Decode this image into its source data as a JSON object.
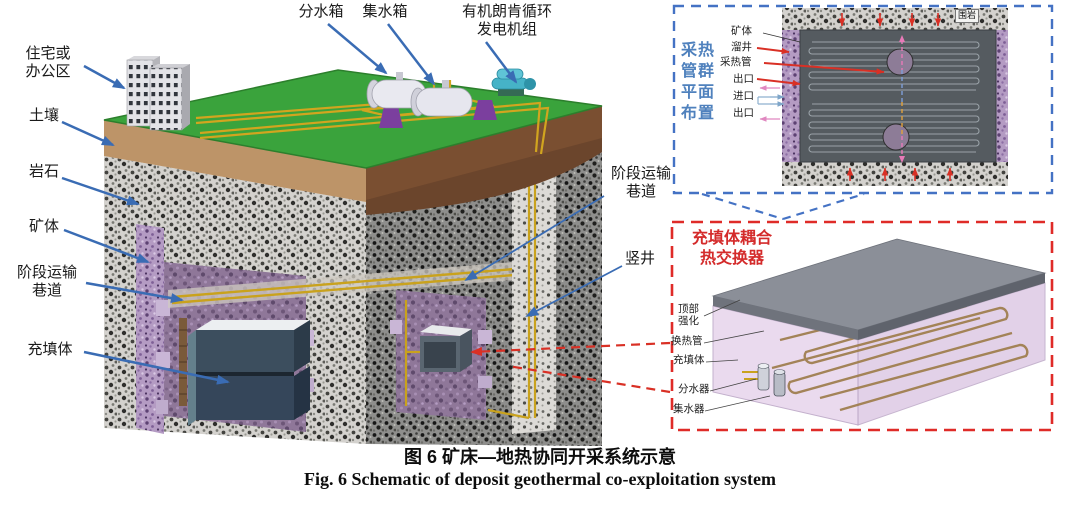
{
  "figure": {
    "caption_zh": "图 6  矿床—地热协同开采系统示意",
    "caption_en": "Fig. 6  Schematic of deposit geothermal co-exploitation system"
  },
  "main_diagram": {
    "labels": {
      "residential_area": "住宅或\n办公区",
      "soil": "土壤",
      "rock": "岩石",
      "ore_body": "矿体",
      "stage_transport_roadway_left": "阶段运输\n巷道",
      "backfill": "充填体",
      "water_distribution_tank": "分水箱",
      "water_collection_tank": "集水箱",
      "orc_power_unit": "有机朗肯循环\n发电机组",
      "stage_transport_roadway_right": "阶段运输\n巷道",
      "vertical_shaft": "竖井"
    }
  },
  "plan_inset": {
    "title": "采热管群平面布置",
    "surrounding_rock": "围岩",
    "labels": {
      "ore_body": "矿体",
      "ore_pass": "溜井",
      "heat_extraction_pipe": "采热管",
      "outlet_top": "出口",
      "inlet": "进口",
      "outlet_bottom": "出口"
    }
  },
  "exchanger_inset": {
    "title": "充填体耦合\n热交换器",
    "labels": {
      "top_reinforcement": "顶部\n强化",
      "heat_exchange_pipe": "换热管",
      "backfill": "充填体",
      "water_distributor": "分水器",
      "water_collector": "集水器"
    }
  },
  "colors": {
    "arrow_blue": "#3a6cb4",
    "inset_box_blue": "#4472c4",
    "inset_box_red": "#df2b28",
    "plan_title_blue": "#4f81bd",
    "exchanger_title_red": "#d42b2b"
  }
}
